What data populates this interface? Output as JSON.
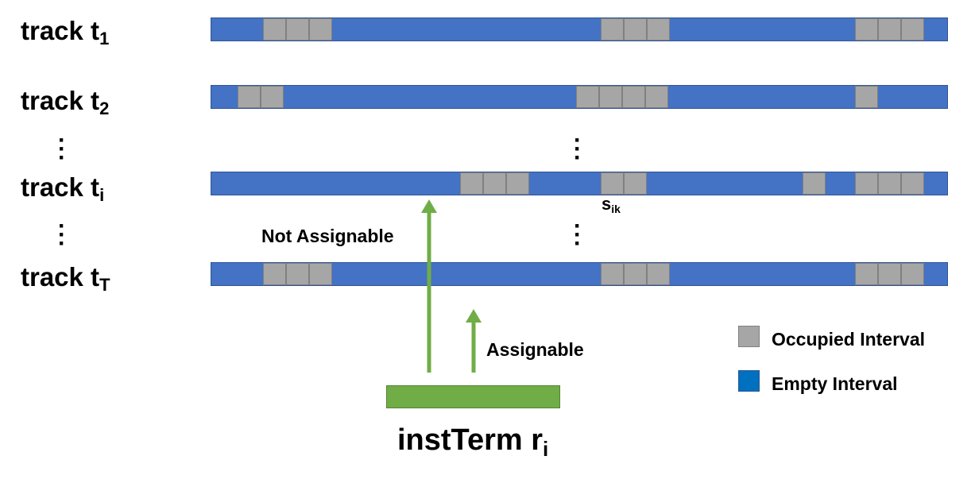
{
  "tracks": [
    {
      "label": "track t",
      "sub": "1",
      "cells": [
        [
          330,
          3
        ],
        [
          755,
          3
        ],
        [
          1075,
          3
        ]
      ]
    },
    {
      "label": "track t",
      "sub": "2",
      "cells": [
        [
          298,
          2
        ],
        [
          724,
          4
        ],
        [
          1075,
          1
        ]
      ]
    },
    {
      "label": "track t",
      "sub": "i",
      "cells": [
        [
          578,
          3
        ],
        [
          755,
          2
        ],
        [
          1009,
          1
        ],
        [
          1075,
          3
        ]
      ]
    },
    {
      "label": "track t",
      "sub": "T",
      "cells": [
        [
          330,
          3
        ],
        [
          755,
          3
        ],
        [
          1075,
          3
        ]
      ]
    }
  ],
  "annotations": {
    "sik_main": "s",
    "sik_sub": "ik",
    "not_assignable": "Not Assignable",
    "assignable": "Assignable",
    "inst_main": "instTerm r",
    "inst_sub": "i"
  },
  "legend": {
    "occupied": "Occupied Interval",
    "empty": "Empty Interval"
  },
  "colors": {
    "empty": "#4472c4",
    "occupied": "#a6a6a6",
    "arrow": "#70ad47",
    "legend_empty": "#0070c0"
  }
}
